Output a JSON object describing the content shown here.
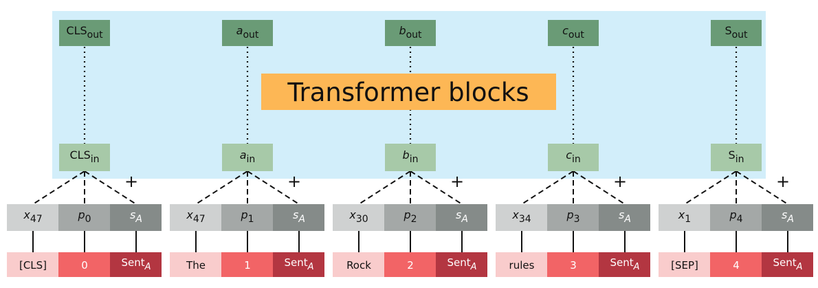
{
  "transformer_label": "Transformer blocks",
  "plus_sign": "+",
  "colors": {
    "blue_panel": "#d2eefa",
    "orange_box": "#fdb755",
    "dark_green": "#6a9b76",
    "light_green": "#a7c9a8",
    "token_gray": "#cfd1d1",
    "pos_gray": "#a4a8a7",
    "seg_gray": "#858b89",
    "word_pink": "#f9cccc",
    "pos_red": "#f26466",
    "seg_darkred": "#b33641"
  },
  "columns": [
    {
      "out": {
        "base": "CLS",
        "sub": "out",
        "italic": false
      },
      "in": {
        "base": "CLS",
        "sub": "in",
        "italic": false
      },
      "token": {
        "base": "x",
        "sub": "47"
      },
      "position": {
        "base": "p",
        "sub": "0"
      },
      "segment": {
        "base": "s",
        "sub": "A"
      },
      "word": "[CLS]",
      "index": "0",
      "sent": {
        "base": "Sent",
        "sub": "A"
      }
    },
    {
      "out": {
        "base": "a",
        "sub": "out",
        "italic": true
      },
      "in": {
        "base": "a",
        "sub": "in",
        "italic": true
      },
      "token": {
        "base": "x",
        "sub": "47"
      },
      "position": {
        "base": "p",
        "sub": "1"
      },
      "segment": {
        "base": "s",
        "sub": "A"
      },
      "word": "The",
      "index": "1",
      "sent": {
        "base": "Sent",
        "sub": "A"
      }
    },
    {
      "out": {
        "base": "b",
        "sub": "out",
        "italic": true
      },
      "in": {
        "base": "b",
        "sub": "in",
        "italic": true
      },
      "token": {
        "base": "x",
        "sub": "30"
      },
      "position": {
        "base": "p",
        "sub": "2"
      },
      "segment": {
        "base": "s",
        "sub": "A"
      },
      "word": "Rock",
      "index": "2",
      "sent": {
        "base": "Sent",
        "sub": "A"
      }
    },
    {
      "out": {
        "base": "c",
        "sub": "out",
        "italic": true
      },
      "in": {
        "base": "c",
        "sub": "in",
        "italic": true
      },
      "token": {
        "base": "x",
        "sub": "34"
      },
      "position": {
        "base": "p",
        "sub": "3"
      },
      "segment": {
        "base": "s",
        "sub": "A"
      },
      "word": "rules",
      "index": "3",
      "sent": {
        "base": "Sent",
        "sub": "A"
      }
    },
    {
      "out": {
        "base": "S",
        "sub": "out",
        "italic": false
      },
      "in": {
        "base": "S",
        "sub": "in",
        "italic": false
      },
      "token": {
        "base": "x",
        "sub": "1"
      },
      "position": {
        "base": "p",
        "sub": "4"
      },
      "segment": {
        "base": "s",
        "sub": "A"
      },
      "word": "[SEP]",
      "index": "4",
      "sent": {
        "base": "Sent",
        "sub": "A"
      }
    }
  ]
}
